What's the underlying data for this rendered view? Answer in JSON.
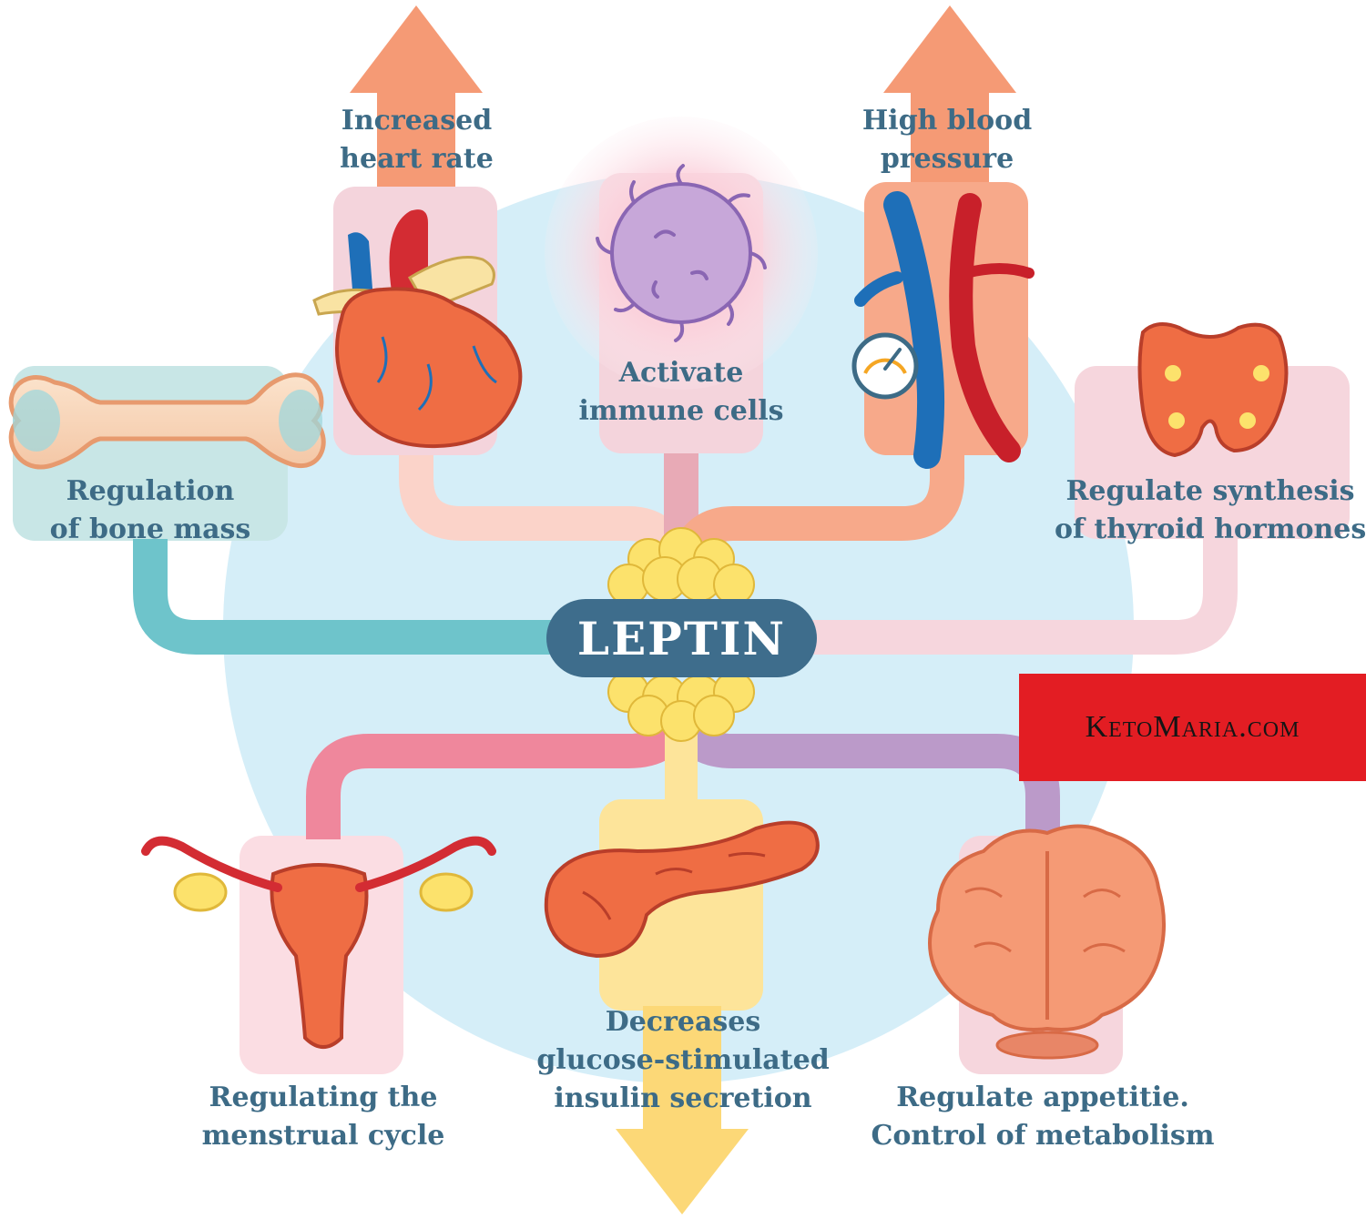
{
  "diagram": {
    "center": "LEPTIN",
    "effects": {
      "heart": [
        "Increased",
        "heart rate"
      ],
      "immune": [
        "Activate",
        "immune cells"
      ],
      "blood_pressure": [
        "High blood",
        "pressure"
      ],
      "bone": [
        "Regulation",
        "of bone mass"
      ],
      "thyroid": [
        "Regulate synthesis",
        "of thyroid hormones"
      ],
      "menstrual": [
        "Regulating the",
        "menstrual cycle"
      ],
      "insulin": [
        "Decreases",
        "glucose-stimulated",
        "insulin secretion"
      ],
      "appetite": [
        "Regulate appetitie.",
        "Control of metabolism"
      ]
    },
    "icons": [
      "heart-icon",
      "immune-cell-icon",
      "blood-vessels-icon",
      "pressure-gauge-icon",
      "bone-icon",
      "thyroid-icon",
      "uterus-icon",
      "pancreas-icon",
      "brain-icon",
      "fat-cells-icon"
    ]
  },
  "watermark": {
    "text": "KetoMaria.com",
    "bg_color": "#e31d23"
  },
  "colors": {
    "text": "#3d6b86",
    "center_pill": "#3e6d8c",
    "circle": "#d5eef8",
    "bone_path": "#6ec4cb",
    "heart_path": "#fbd3c9",
    "immune_path": "#e8aab6",
    "pressure_path": "#f7a98a",
    "thyroid_path": "#f6d6dd",
    "menstrual_path": "#ef879c",
    "insulin_path": "#fde49a",
    "appetite_path": "#bb9ac9"
  }
}
